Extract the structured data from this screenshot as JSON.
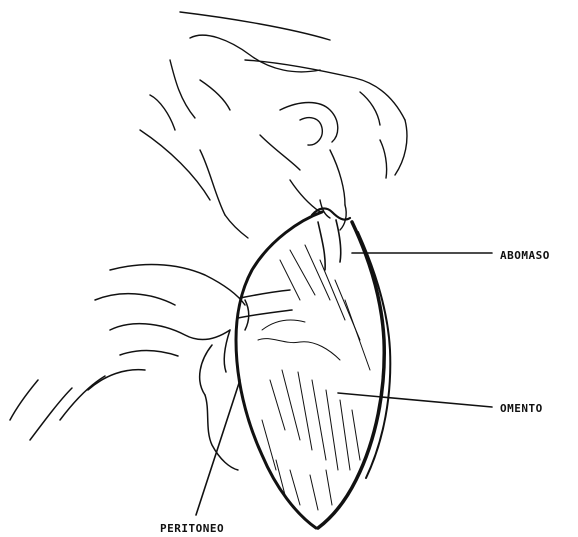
{
  "labels": {
    "abomaso": "ABOMASO",
    "omento": "OMENTO",
    "peritoneo": "PERITONEO"
  },
  "colors": {
    "ink": "#111111",
    "background": "#ffffff"
  }
}
